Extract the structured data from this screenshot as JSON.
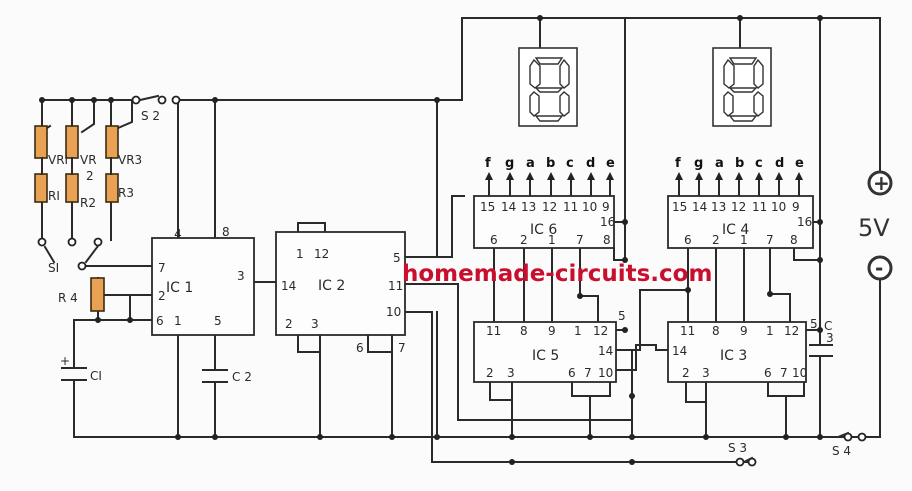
{
  "watermark": "homemade-circuits.com",
  "supply": {
    "voltage": "5V",
    "plus": "+",
    "minus": "-"
  },
  "ics": {
    "ic1": {
      "name": "IC 1",
      "pins": {
        "p4": "4",
        "p8": "8",
        "p7": "7",
        "p3": "3",
        "p2": "2",
        "p6": "6",
        "p1": "1",
        "p5": "5"
      }
    },
    "ic2": {
      "name": "IC 2",
      "pins": {
        "p1": "1",
        "p12": "12",
        "p14": "14",
        "p5": "5",
        "p11": "11",
        "p10": "10",
        "p2": "2",
        "p3": "3",
        "p6": "6",
        "p7": "7"
      }
    },
    "ic6": {
      "name": "IC 6",
      "top": [
        "15",
        "14",
        "13",
        "12",
        "11",
        "10",
        "9"
      ],
      "p16": "16",
      "bottom": [
        "6",
        "2",
        "1",
        "7"
      ],
      "p8": "8"
    },
    "ic4": {
      "name": "IC 4",
      "top": [
        "15",
        "14",
        "13",
        "12",
        "11",
        "10",
        "9"
      ],
      "p16": "16",
      "bottom": [
        "6",
        "2",
        "1",
        "7"
      ],
      "p8": "8"
    },
    "ic5": {
      "name": "IC 5",
      "top": [
        "11",
        "8",
        "9",
        "1",
        "12"
      ],
      "p5": "5",
      "p14": "14",
      "bottom": [
        "2",
        "3",
        "6",
        "7",
        "10"
      ]
    },
    "ic3": {
      "name": "IC 3",
      "top": [
        "11",
        "8",
        "9",
        "1",
        "12"
      ],
      "p5": "5",
      "p14": "14",
      "bottom": [
        "2",
        "3",
        "6",
        "7",
        "10"
      ]
    }
  },
  "segments": [
    "f",
    "g",
    "a",
    "b",
    "c",
    "d",
    "e"
  ],
  "components": {
    "vr1": "VRI",
    "vr2a": "VR",
    "vr2b": "2",
    "vr3": "VR3",
    "r1": "RI",
    "r2": "R2",
    "r3": "R3",
    "r4": "R 4",
    "c1": "CI",
    "c1_pol": "+",
    "c2": "C 2",
    "c3a": "C",
    "c3b": "3",
    "s1": "SI",
    "s2": "S 2",
    "s3": "S 3",
    "s4": "S 4"
  }
}
